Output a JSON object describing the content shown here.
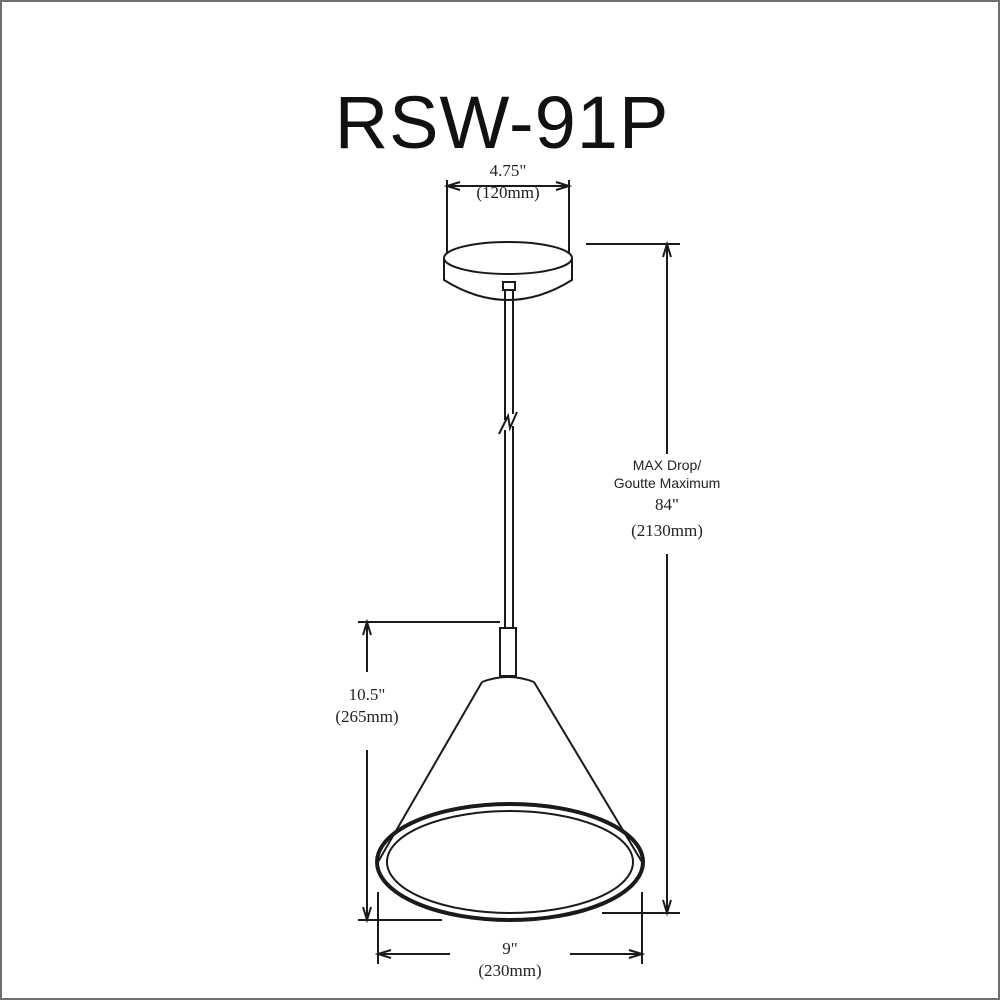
{
  "model": "RSW-91P",
  "dimensions": {
    "canopy": {
      "inches": "4.75\"",
      "mm": "(120mm)"
    },
    "drop": {
      "label1": "MAX Drop/",
      "label2": "Goutte Maximum",
      "inches": "84\"",
      "mm": "(2130mm)"
    },
    "height": {
      "inches": "10.5\"",
      "mm": "(265mm)"
    },
    "width": {
      "inches": "9\"",
      "mm": "(230mm)"
    }
  }
}
